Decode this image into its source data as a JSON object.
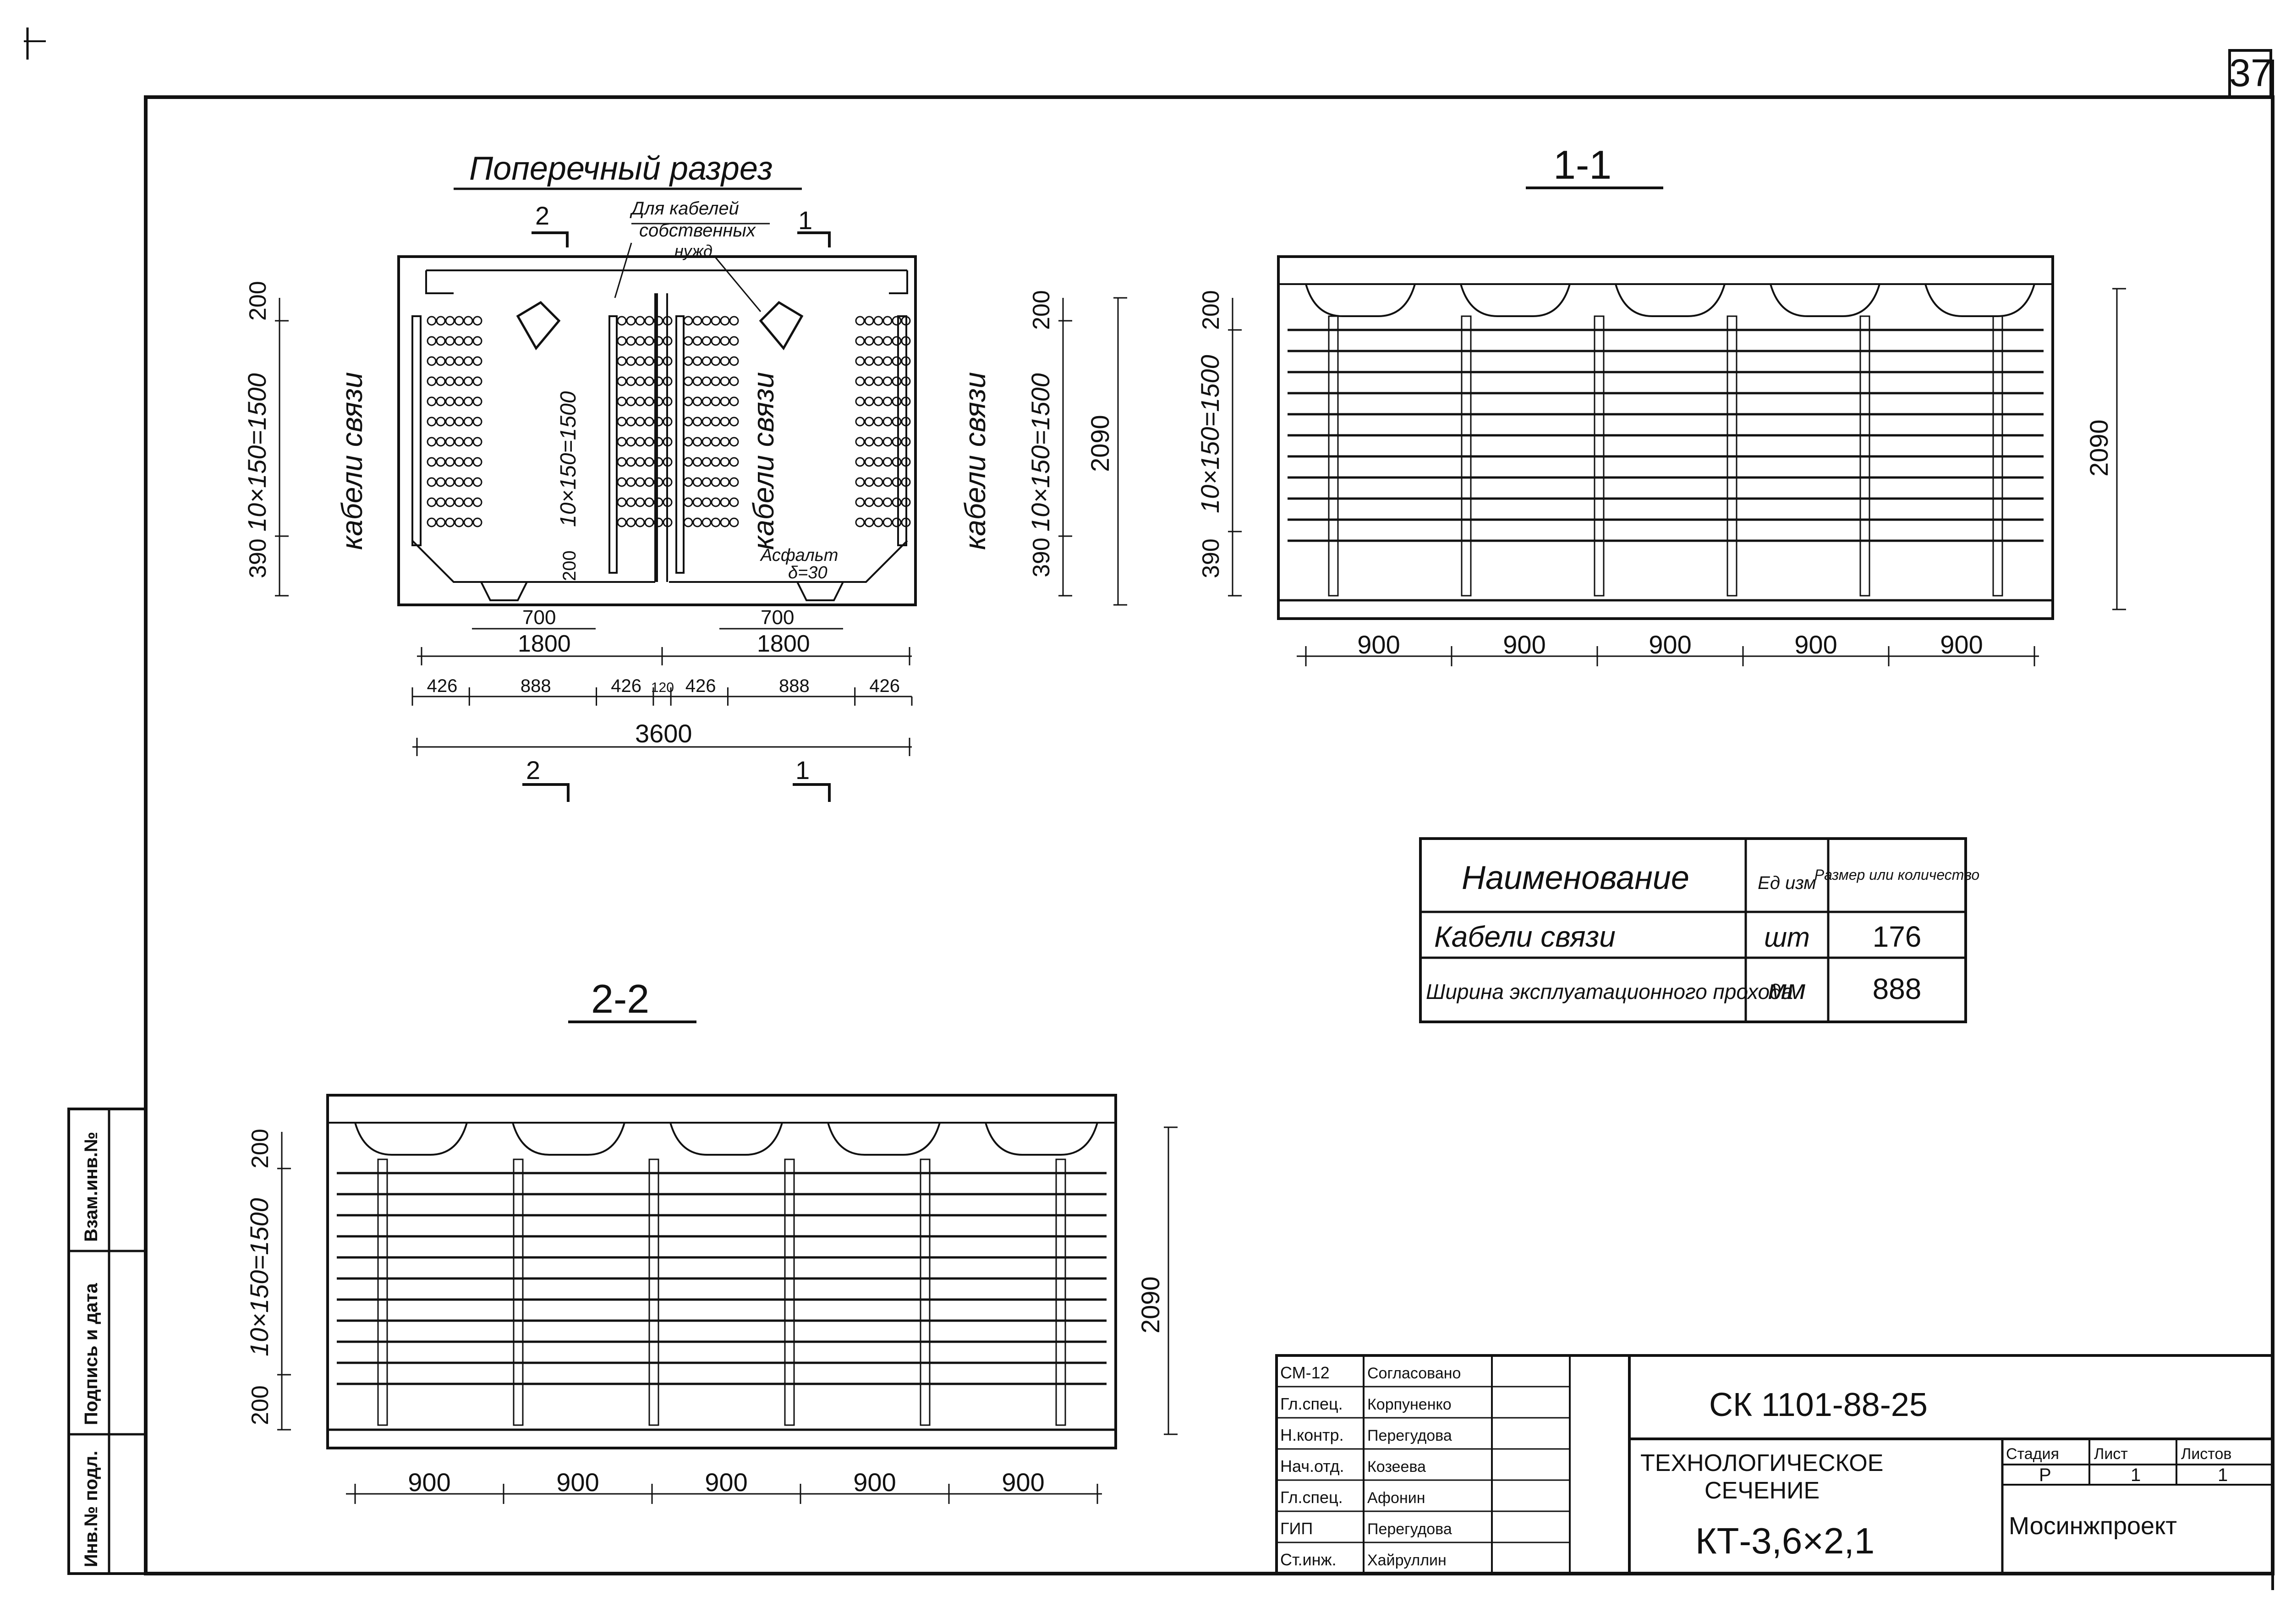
{
  "sheet": {
    "page_number": "37",
    "organization": "Мосинжпроект",
    "document_code": "СК 1101-88-25",
    "title_lines": [
      "ТЕХНОЛОГИЧЕСКОЕ",
      "СЕЧЕНИЕ"
    ],
    "object_mark": "КТ-3,6×2,1",
    "stamp_headers": {
      "stage": "Стадия",
      "sheet": "Лист",
      "sheets": "Листов"
    },
    "stamp_values": {
      "stage": "Р",
      "sheet": "1",
      "sheets": "1"
    },
    "side_stamp": [
      "Инв.№ подл.",
      "Подпись и дата",
      "Взам.инв.№"
    ],
    "signatures": [
      {
        "role": "СМ-12",
        "name": "Согласовано"
      },
      {
        "role": "Гл.спец.",
        "name": "Корпуненко"
      },
      {
        "role": "Н.контр.",
        "name": "Перегудова"
      },
      {
        "role": "Нач.отд.",
        "name": "Козеева"
      },
      {
        "role": "Гл.спец.",
        "name": "Афонин"
      },
      {
        "role": "ГИП",
        "name": "Перегудова"
      },
      {
        "role": "Ст.инж.",
        "name": "Хайруллин"
      }
    ]
  },
  "cross_section": {
    "title": "Поперечный разрез",
    "note_lines": [
      "Для кабелей",
      "собственных",
      "нужд"
    ],
    "cut_mark_2": "2",
    "cut_mark_1": "1",
    "cable_label": "кабели связи",
    "shelf_spacing": "10×150=1500",
    "dim_top": "200",
    "dim_bottom": "390",
    "dim_height": "2090",
    "dim_inner": "200",
    "dim_700": "700",
    "dim_1800": "1800",
    "spans": [
      "426",
      "888",
      "426",
      "120",
      "426",
      "888",
      "426"
    ],
    "dim_total": "3600",
    "asphalt_lines": [
      "Асфальт",
      "δ=30"
    ]
  },
  "section_1_1": {
    "title": "1-1",
    "dims_v": [
      "200",
      "10×150=1500",
      "390"
    ],
    "dim_height": "2090",
    "spans": [
      "900",
      "900",
      "900",
      "900",
      "900"
    ]
  },
  "section_2_2": {
    "title": "2-2",
    "dims_v": [
      "200",
      "10×150=1500",
      "200"
    ],
    "dim_height": "2090",
    "spans": [
      "900",
      "900",
      "900",
      "900",
      "900"
    ]
  },
  "spec_table": {
    "headers": [
      "Наименование",
      "Ед изм",
      "Размер или количество"
    ],
    "rows": [
      {
        "name": "Кабели связи",
        "unit": "шт",
        "value": "176"
      },
      {
        "name": "Ширина эксплуатационного прохода",
        "unit": "мм",
        "value": "888"
      }
    ]
  }
}
